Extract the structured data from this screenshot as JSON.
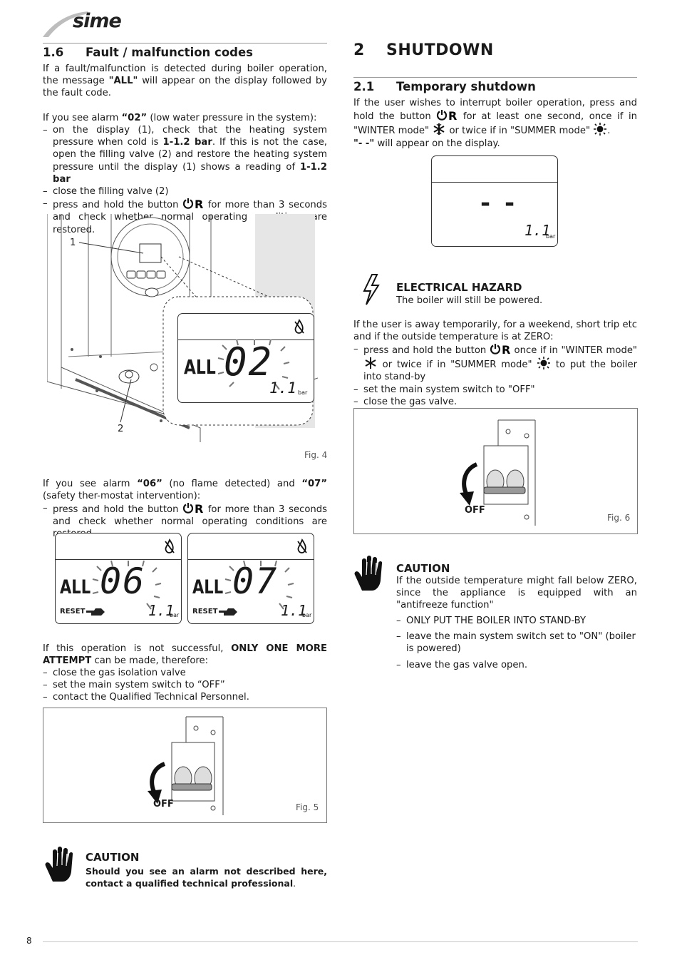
{
  "header": {
    "logo_text": "sime"
  },
  "left": {
    "section_number": "1.6",
    "section_title": "Fault / malfunction codes",
    "intro_a": "If a fault/malfunction is detected during boiler operation, the message ",
    "intro_all": "\"ALL\"",
    "intro_b": " will appear on the display followed by the fault code.",
    "alarm02_a": "If you see alarm ",
    "alarm02_code": "“02”",
    "alarm02_b": " (low water pressure in the system):",
    "item1_a": "on the display (1), check that the heating system pressure when cold is ",
    "item1_bar1": "1-1.2 bar",
    "item1_b": ". If this is not the case, open the filling valve (2) and restore the heating system pressure until the display (1) shows a reading of ",
    "item1_bar2": "1-1.2 bar",
    "item2": "close the filling valve (2)",
    "item3_a": "press and hold the button ",
    "item3_b": " for more than 3 seconds and check whether normal operating conditions are restored.",
    "fig4": {
      "label": "Fig. 4",
      "callout1": "1",
      "callout2": "2",
      "all": "ALL",
      "code": "02",
      "pressure": "1.1",
      "bar": "bar"
    },
    "alarm0607_a": "If you see alarm ",
    "alarm06_code": "“06”",
    "alarm0607_b": " (no flame detected) and ",
    "alarm07_code": "“07”",
    "alarm0607_c": " (safety ther-mostat intervention):",
    "item4_a": "press and hold the button ",
    "item4_b": " for more than 3 seconds and check whether normal operating conditions are restored.",
    "lcd06": {
      "all": "ALL",
      "code": "06",
      "reset": "RESET",
      "pressure": "1.1",
      "bar": "bar"
    },
    "lcd07": {
      "all": "ALL",
      "code": "07",
      "reset": "RESET",
      "pressure": "1.1",
      "bar": "bar"
    },
    "fail_a": "If this operation is not successful, ",
    "fail_bold": "ONLY ONE MORE ATTEMPT",
    "fail_b": " can be made, therefore:",
    "fail_items": [
      "close the gas isolation valve",
      "set the main system switch to “OFF”",
      "contact the Qualified Technical Personnel."
    ],
    "fig5": {
      "label": "Fig. 5",
      "off": "OFF"
    },
    "caution_title": "CAUTION",
    "caution_text_bold": "Should you see an alarm not described here, contact a qualified technical professional",
    "caution_text_end": "."
  },
  "right": {
    "section_number": "2",
    "section_title": "SHUTDOWN",
    "sub_number": "2.1",
    "sub_title": "Temporary shutdown",
    "p1_a": "If the user wishes to interrupt boiler operation, press and hold the button ",
    "p1_b": " for at least one second, once if in \"WINTER mode\" ",
    "p1_c": " or twice if in \"SUMMER mode\" ",
    "p1_d": ".",
    "p1_dash_bold": "\"- -\"",
    "p1_dash_rest": " will appear on the display.",
    "lcd_dash": {
      "code": "- -",
      "pressure": "1.1",
      "bar": "bar"
    },
    "hazard_title": "ELECTRICAL HAZARD",
    "hazard_text": "The boiler will still be powered.",
    "away_text": "If the user is away temporarily, for a weekend, short trip etc and if the outside temperature is at ZERO:",
    "away_item1_a": "press and hold the button ",
    "away_item1_b": " once if in \"WINTER mode\" ",
    "away_item1_c": " or twice if in \"SUMMER mode\" ",
    "away_item1_d": " to put the boiler into stand-by",
    "away_item2": "set the main system switch to \"OFF\"",
    "away_item3": "close the gas valve.",
    "fig6": {
      "label": "Fig. 6",
      "off": "OFF"
    },
    "caution_title": "CAUTION",
    "caution_text": "If the outside temperature might fall below ZERO, since the appliance is equipped with an \"antifreeze function\"",
    "caution_items": [
      "ONLY PUT THE BOILER INTO STAND-BY",
      "leave the main system switch set to \"ON\" (boiler is powered)",
      "leave the gas valve open."
    ]
  },
  "footer": {
    "page_number": "8"
  },
  "icons": {
    "power_reset": "power-reset-icon",
    "winter": "snowflake-icon",
    "summer": "sun-icon",
    "hazard": "lightning-icon",
    "caution": "hand-icon",
    "flame": "flame-crossed-icon",
    "reset_hand": "pointing-hand-icon"
  }
}
